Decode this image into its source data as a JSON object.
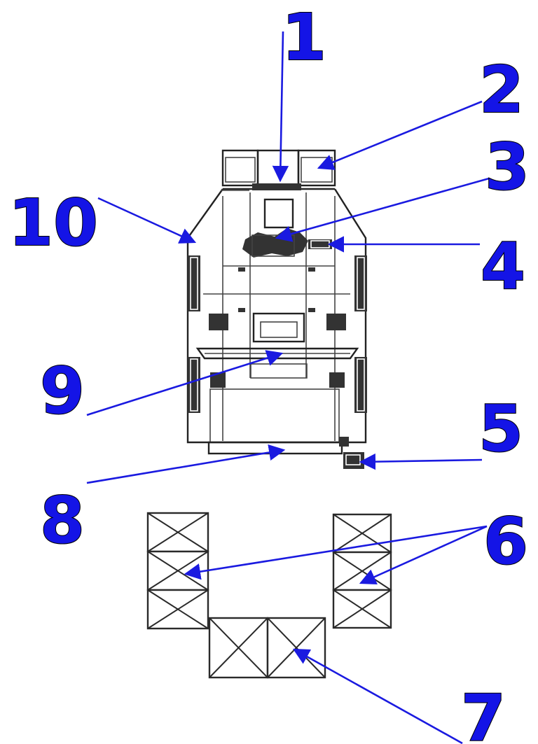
{
  "callouts": [
    {
      "id": "1",
      "label": "1"
    },
    {
      "id": "2",
      "label": "2"
    },
    {
      "id": "3",
      "label": "3"
    },
    {
      "id": "4",
      "label": "4"
    },
    {
      "id": "5",
      "label": "5"
    },
    {
      "id": "6",
      "label": "6"
    },
    {
      "id": "7",
      "label": "7"
    },
    {
      "id": "8",
      "label": "8"
    },
    {
      "id": "9",
      "label": "9"
    },
    {
      "id": "10",
      "label": "10"
    }
  ],
  "colors": {
    "callout": "#1414e6",
    "leader": "#1a1ae0",
    "drawing": "#333333"
  }
}
